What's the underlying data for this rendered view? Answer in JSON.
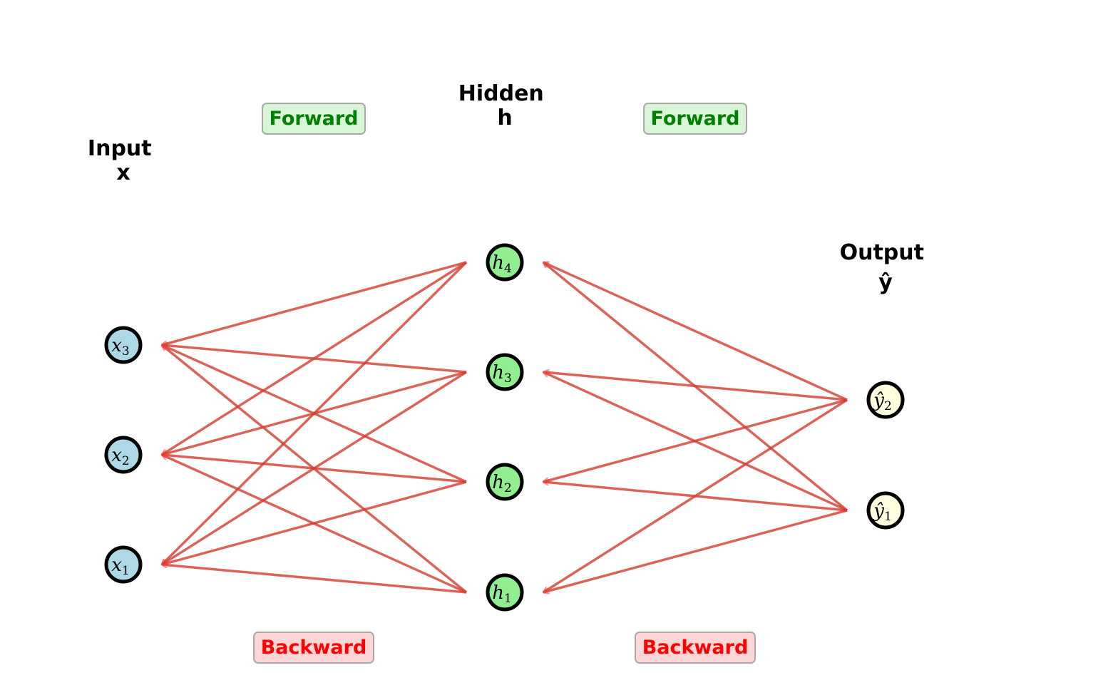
{
  "layers": {
    "input": {
      "title_line1": "Input",
      "title_line2": "x",
      "fill": "#add8e6"
    },
    "hidden": {
      "title_line1": "Hidden",
      "title_line2": "h",
      "fill": "#90ee90"
    },
    "output": {
      "title_line1": "Output",
      "title_line2": "ŷ",
      "fill": "#ffffe0"
    }
  },
  "nodes": {
    "input": [
      {
        "id": "x1",
        "base": "x",
        "sub": "1"
      },
      {
        "id": "x2",
        "base": "x",
        "sub": "2"
      },
      {
        "id": "x3",
        "base": "x",
        "sub": "3"
      }
    ],
    "hidden": [
      {
        "id": "h1",
        "base": "h",
        "sub": "1"
      },
      {
        "id": "h2",
        "base": "h",
        "sub": "2"
      },
      {
        "id": "h3",
        "base": "h",
        "sub": "3"
      },
      {
        "id": "h4",
        "base": "h",
        "sub": "4"
      }
    ],
    "output": [
      {
        "id": "y1",
        "base": "ŷ",
        "sub": "1"
      },
      {
        "id": "y2",
        "base": "ŷ",
        "sub": "2"
      }
    ]
  },
  "labels": {
    "forward_left": "Forward",
    "forward_right": "Forward",
    "backward_left": "Backward",
    "backward_right": "Backward"
  },
  "colors": {
    "forward_text": "#008000",
    "forward_box": "#d8f5d8",
    "backward_text": "#ff0000",
    "backward_box": "#ffd6d6",
    "backward_edge": "#d9342a",
    "forward_edge": "#8fcf8f",
    "node_stroke": "#000000"
  },
  "connections": "fully-connected"
}
